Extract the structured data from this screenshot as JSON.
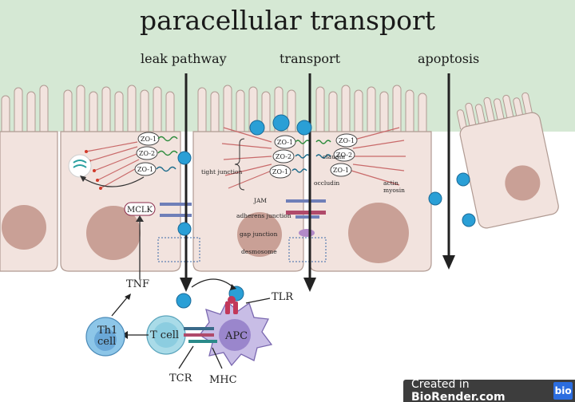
{
  "title": "paracellular transport",
  "pathways": {
    "leak": "leak pathway",
    "transport": "transport",
    "apoptosis": "apoptosis"
  },
  "proteins": {
    "zo1": "ZO-1",
    "zo2": "ZO-2",
    "claudin": "claudin",
    "occludin": "occludin",
    "actin": "actin",
    "myosin": "myosin",
    "mlck": "MCLK"
  },
  "junctions": {
    "tight": "tight junction",
    "jam": "JAM",
    "adherens": "adherens junction",
    "gap": "gap junction",
    "desmosome": "desmosome"
  },
  "immune": {
    "tnf": "TNF",
    "th1_line1": "Th1",
    "th1_line2": "cell",
    "tcell": "T cell",
    "apc": "APC",
    "tlr": "TLR",
    "tcr": "TCR",
    "mhc": "MHC"
  },
  "badge": {
    "prefix": "Created in ",
    "brand": "BioRender.com",
    "logo": "bio"
  },
  "colors": {
    "lumen": "#d5e8d4",
    "cell": "#f2e3de",
    "nucleus": "#c9a096",
    "particle": "#2a9fd6",
    "apc": "#c8bde6",
    "tcell": "#a9dbe8"
  }
}
